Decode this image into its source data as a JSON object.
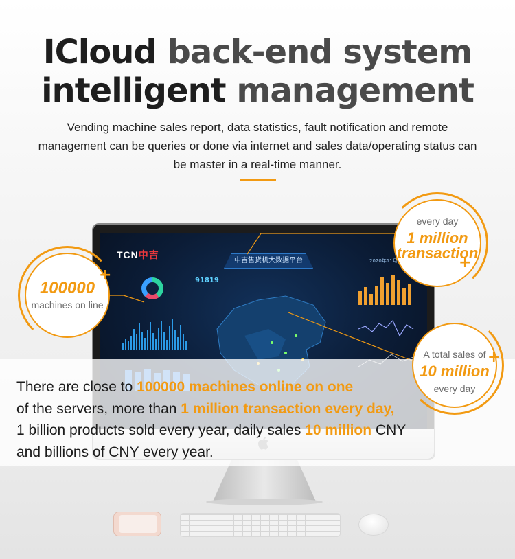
{
  "header": {
    "title_line1_a": "ICloud",
    "title_line1_b": "back-end system",
    "title_line2_a": "intelligent",
    "title_line2_b": "management",
    "subtitle": "Vending machine sales report, data statistics, fault notification and remote management can be queries or done via internet and sales data/operating status can be master in a real-time manner."
  },
  "dashboard": {
    "logo_a": "TCN",
    "logo_b": "中吉",
    "heading": "中吉售货机大数据平台",
    "date": "2020年11月30日",
    "big_number": "91819"
  },
  "callouts": {
    "machines": {
      "value": "100000",
      "plus": "+",
      "label": "machines on line"
    },
    "transactions": {
      "top": "every day",
      "line1": "1 million",
      "line2": "transaction",
      "plus": "+"
    },
    "sales": {
      "top": "A total sales of",
      "value": "10 million",
      "plus": "+",
      "bottom": "every day"
    }
  },
  "body": {
    "p1": "There are close to ",
    "h1": "100000 machines online on one",
    "p2": "of the servers, more than ",
    "h2": "1 million transaction every day,",
    "p3": " 1 billion products sold every year, daily sales ",
    "h3": "10 million",
    "p4": " CNY",
    "p5": "and billions of CNY every year."
  },
  "colors": {
    "accent": "#f29a12",
    "title_dark": "#1e1e1e",
    "screen_bg": "#0b1c36"
  }
}
